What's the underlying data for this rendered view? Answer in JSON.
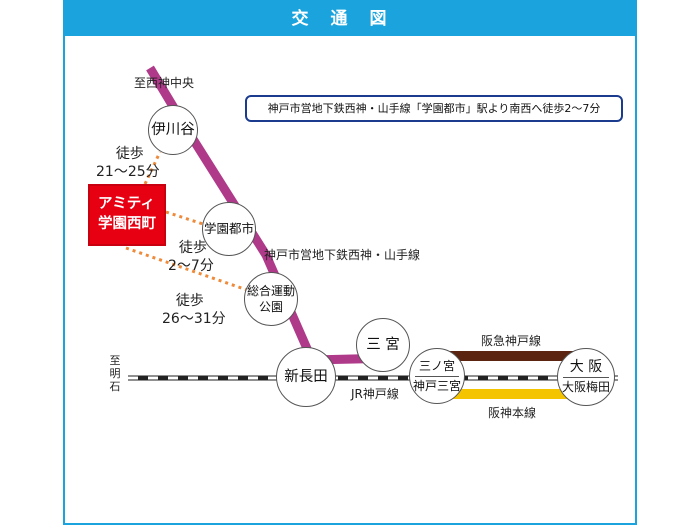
{
  "header": {
    "title": "交通図"
  },
  "note": "神戸市営地下鉄西神・山手線「学園都市」駅より南西へ徒歩2～7分",
  "destination": {
    "line1": "アミティ",
    "line2": "学園西町"
  },
  "direction_label": "至西神中央",
  "west_label": {
    "chars": [
      "至",
      "明",
      "石"
    ]
  },
  "lines": {
    "subway": "神戸市営地下鉄西神・山手線",
    "jr": "JR神戸線",
    "hankyu": "阪急神戸線",
    "hanshin": "阪神本線"
  },
  "walk": [
    {
      "label": "徒歩",
      "time": "21～25分"
    },
    {
      "label": "徒歩",
      "time": "2～7分"
    },
    {
      "label": "徒歩",
      "time": "26～31分"
    }
  ],
  "stations": {
    "ikawadani": "伊川谷",
    "gakuen_toshi": "学園都市",
    "sogo_undo_line1": "総合運動",
    "sogo_undo_line2": "公園",
    "shin_nagata": "新長田",
    "sannomiya": "三 宮",
    "sannomiya_hankyu": "三ノ宮",
    "kobe_sannomiya": "神戸三宮",
    "osaka": "大 阪",
    "osaka_umeda": "大阪梅田"
  },
  "colors": {
    "accent": "#1aa3dc",
    "subway_line": "#b03a8a",
    "hankyu_line": "#5a2410",
    "hanshin_line": "#f5c400",
    "walk_dots": "#ef8a3a",
    "destination": "#e60012",
    "note_border": "#1b3c8e"
  }
}
